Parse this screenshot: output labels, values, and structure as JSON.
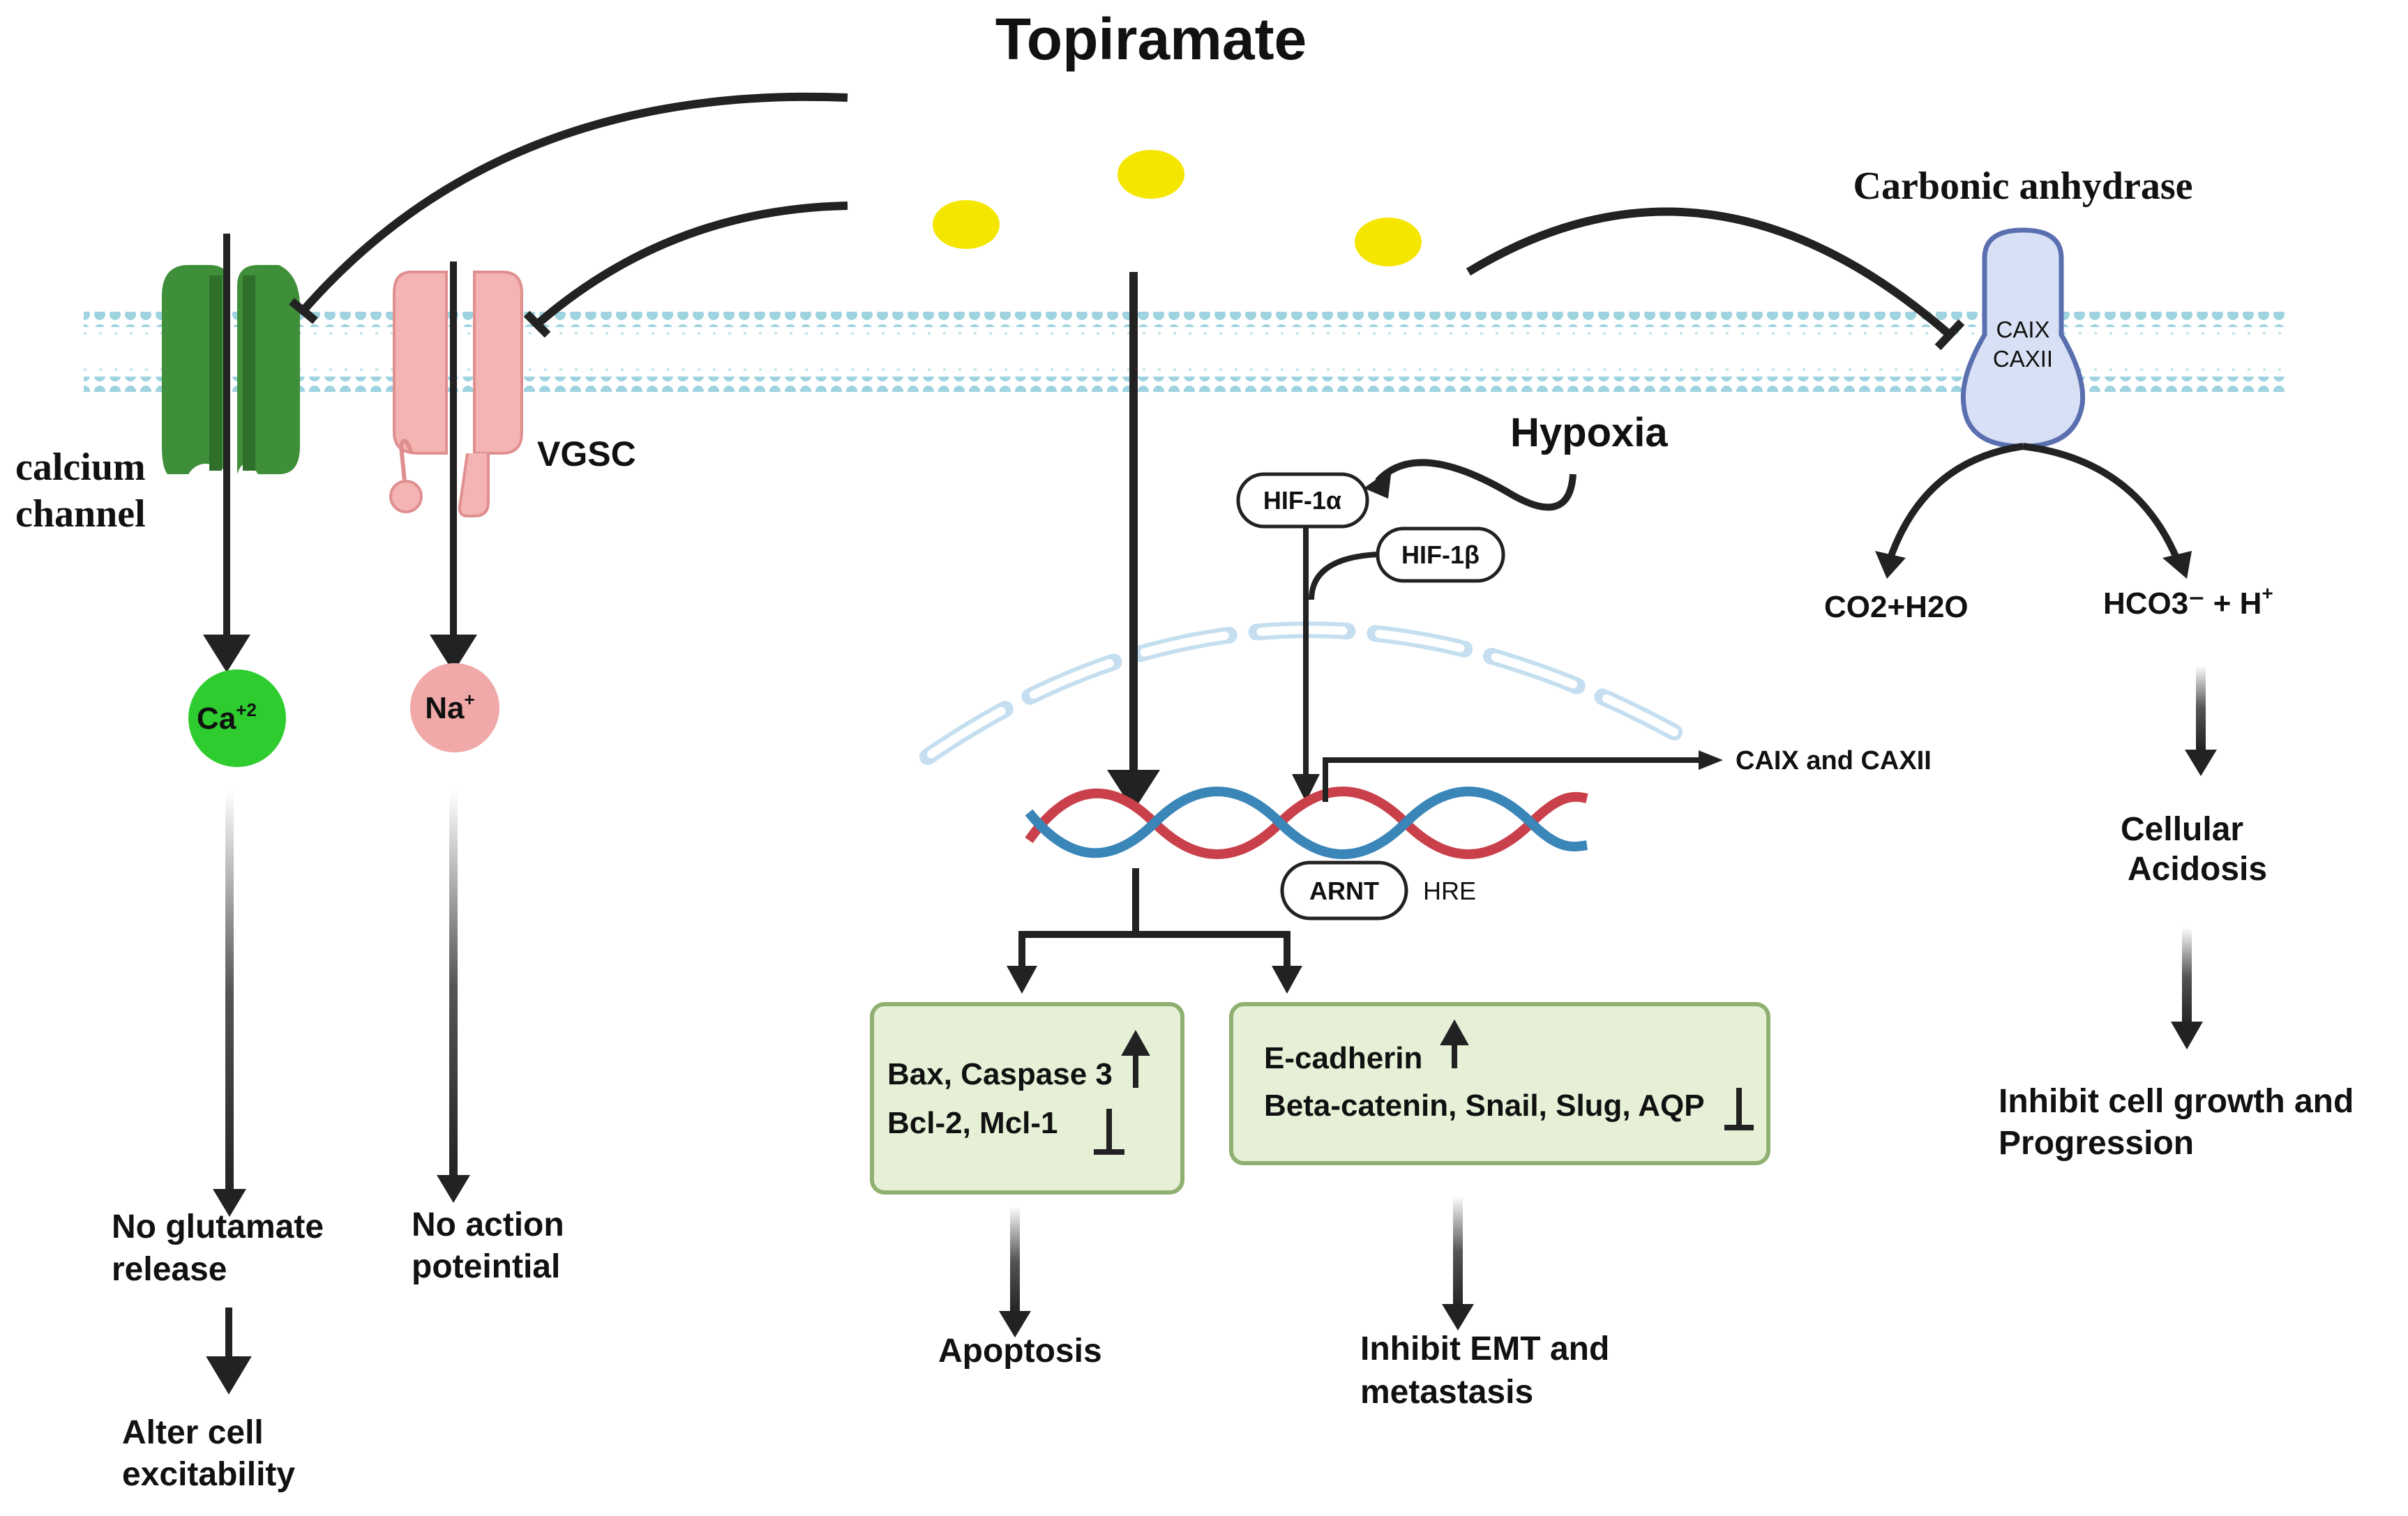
{
  "title": "Topiramate",
  "labels": {
    "carbonic_anhydrase": "Carbonic anhydrase",
    "calcium_channel_line1": "calcium",
    "calcium_channel_line2": "channel",
    "vgsc": "VGSC",
    "hypoxia": "Hypoxia",
    "caix": "CAIX",
    "caxii": "CAXII",
    "hif1a": "HIF-1α",
    "hif1b": "HIF-1β",
    "arnt": "ARNT",
    "hre": "HRE",
    "caix_and_caxii": "CAIX and CAXII",
    "co2_h2o": "CO2+H2O",
    "hco3_base": "HCO3⁻ + H",
    "hco3_sup": "+",
    "ca_base": "Ca",
    "ca_sup": "+2",
    "na_base": "Na",
    "na_sup": "+"
  },
  "boxes": {
    "apoptosis_box": {
      "line1": "Bax, Caspase 3",
      "line2": "Bcl-2, Mcl-1"
    },
    "emt_box": {
      "line1": "E-cadherin",
      "line2": "Beta-catenin, Snail, Slug, AQP"
    }
  },
  "outcomes": {
    "no_glutamate_1": "No glutamate",
    "no_glutamate_2": "release",
    "alter_cell_1": "Alter cell",
    "alter_cell_2": "excitability",
    "no_action_1": "No action",
    "no_action_2": "poteintial",
    "apoptosis": "Apoptosis",
    "inhibit_emt_1": "Inhibit EMT and",
    "inhibit_emt_2": "metastasis",
    "cellular_acidosis_1": "Cellular",
    "cellular_acidosis_2": "Acidosis",
    "inhibit_growth_1": "Inhibit cell growth and",
    "inhibit_growth_2": "Progression"
  },
  "colors": {
    "membrane": "#9fd3e0",
    "calcium_channel": "#3f8f3a",
    "vgsc": "#f4b4b4",
    "drug": "#f5e600",
    "ca_ion": "#2ecc2e",
    "na_ion": "#f0a8a8",
    "carbonic_anhydrase": "#d8e0f5",
    "box_fill": "#e6f0d6",
    "box_stroke": "#8fb070",
    "dna_red": "#c9404a",
    "dna_blue": "#3a86b8",
    "hypoxia": "#c0393b"
  }
}
